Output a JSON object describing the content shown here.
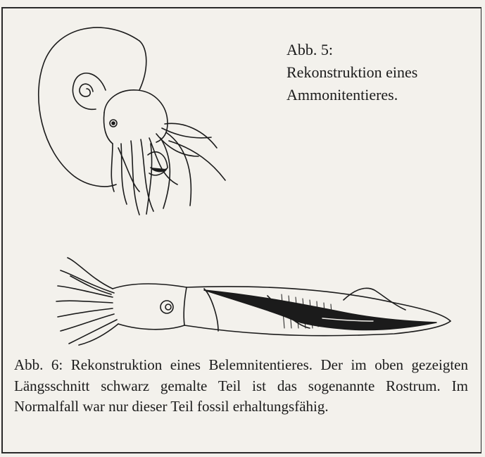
{
  "figure5": {
    "caption_number": "Abb. 5:",
    "caption_line2": "Rekonstruktion eines",
    "caption_line3": "Ammonitentieres."
  },
  "figure6": {
    "caption": "Abb. 6: Rekonstruktion eines Belemnitentieres. Der im oben gezeigten Längsschnitt schwarz gemalte Teil ist das sogenannte Rostrum. Im Normalfall war nur dieser Teil fossil erhaltungsfähig."
  },
  "colors": {
    "ink": "#1b1b1b",
    "paper": "#f3f1ec"
  }
}
